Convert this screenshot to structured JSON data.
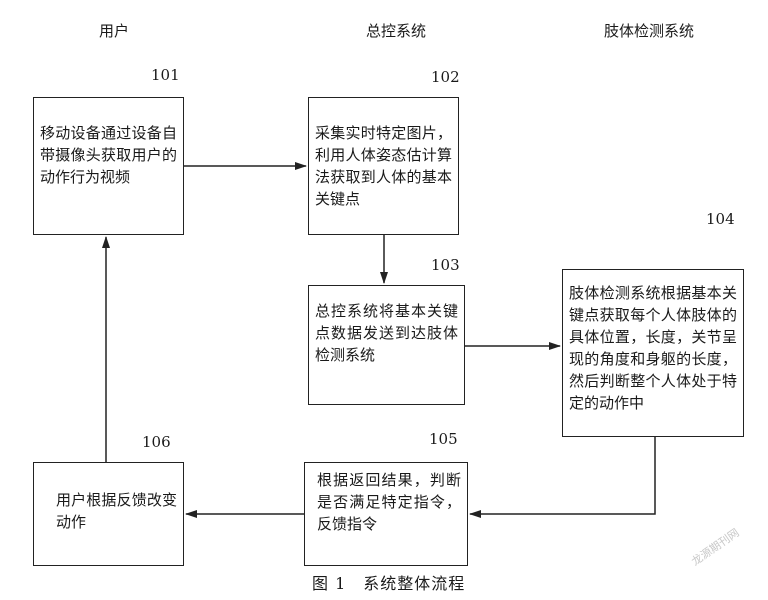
{
  "columns": {
    "user": "用户",
    "control": "总控系统",
    "detection": "肢体检测系统"
  },
  "steps": {
    "s101": {
      "num": "101",
      "text": "移动设备通过设备自带摄像头获取用户的动作行为视频"
    },
    "s102": {
      "num": "102",
      "text": "采集实时特定图片，利用人体姿态估计算法获取到人体的基本关键点"
    },
    "s103": {
      "num": "103",
      "text": "总控系统将基本关键点数据发送到达肢体检测系统"
    },
    "s104": {
      "num": "104",
      "text": "肢体检测系统根据基本关键点获取每个人体肢体的具体位置，长度，关节呈现的角度和身躯的长度，然后判断整个人体处于特定的动作中"
    },
    "s105": {
      "num": "105",
      "text": "根据返回结果，判断是否满足特定指令，反馈指令"
    },
    "s106": {
      "num": "106",
      "text": "用户根据反馈改变动作"
    }
  },
  "caption": "图 1　系统整体流程",
  "watermark": "龙源期刊网"
}
